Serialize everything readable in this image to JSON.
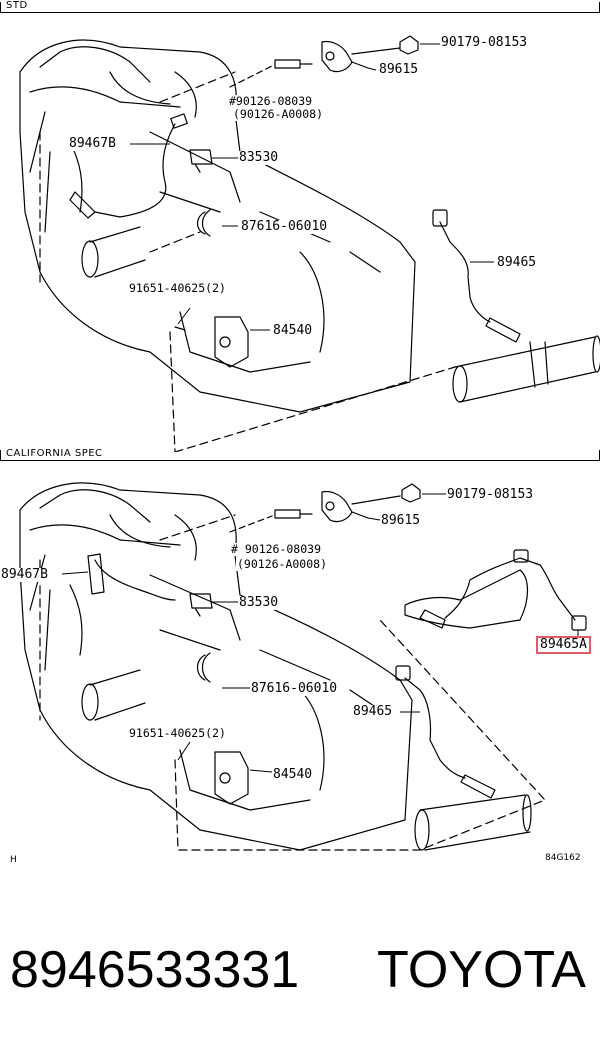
{
  "sections": [
    {
      "header": "STD",
      "labels": {
        "clip": "90179-08153",
        "knock_sensor": "89615",
        "bolt_line1": "#90126-08039",
        "bolt_line2": "(90126-A0008)",
        "sensor_b": "89467B",
        "oil_switch": "83530",
        "clamp": "87616-06010",
        "oxygen": "89465",
        "screw": "91651-40625(2)",
        "position_sensor": "84540"
      }
    },
    {
      "header": "CALIFORNIA SPEC",
      "labels": {
        "clip": "90179-08153",
        "knock_sensor": "89615",
        "bolt_line1": "# 90126-08039",
        "bolt_line2": "(90126-A0008)",
        "sensor_b": "89467B",
        "oil_switch": "83530",
        "highlighted": "89465A",
        "clamp": "87616-06010",
        "oxygen": "89465",
        "screw": "91651-40625(2)",
        "position_sensor": "84540"
      },
      "corner_left": "H",
      "corner_right": "84G162"
    }
  ],
  "highlight_color": "#e05a6a",
  "footer": {
    "part_number": "8946533331",
    "brand": "TOYOTA"
  }
}
